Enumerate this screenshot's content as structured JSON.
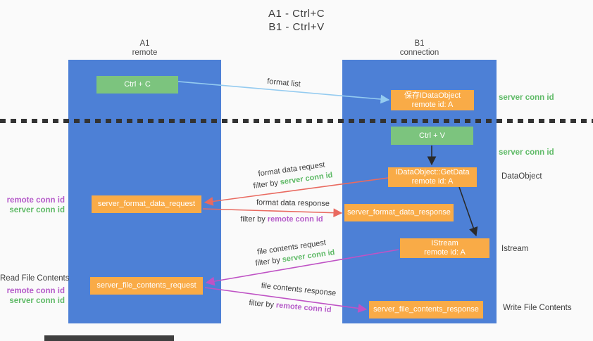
{
  "title": {
    "line1": "A1 - Ctrl+C",
    "line2": "B1 - Ctrl+V"
  },
  "lifelines": {
    "a": {
      "id": "A1",
      "role": "remote"
    },
    "b": {
      "id": "B1",
      "role": "connection"
    }
  },
  "nodes": {
    "ctrl_c": {
      "label": "Ctrl + C"
    },
    "ctrl_v": {
      "label": "Ctrl + V"
    },
    "save_idataobject": {
      "line1": "保存IDataObject",
      "line2": "remote id: A"
    },
    "getdata": {
      "line1": "IDataObject::GetData",
      "line2": "remote id: A"
    },
    "istream": {
      "line1": "IStream",
      "line2": "remote id: A"
    },
    "format_request": {
      "label": "server_format_data_request"
    },
    "format_response": {
      "label": "server_format_data_response"
    },
    "file_request": {
      "label": "server_file_contents_request"
    },
    "file_response": {
      "label": "server_file_contents_response"
    }
  },
  "flow_labels": {
    "format_list": "format list",
    "format_data_request": "format data request",
    "format_data_response": "format data response",
    "file_contents_request": "file contents request",
    "file_contents_response": "file contents response",
    "filter_by": "filter by",
    "server_conn_id": "server conn id",
    "remote_conn_id": "remote conn id"
  },
  "annotations": {
    "server_conn_id_top": "server conn id",
    "server_conn_id_mid": "server conn id",
    "dataobject": "DataObject",
    "istream": "Istream",
    "write_file_contents": "Write File Contents",
    "read_file_contents": "Read File Contents",
    "remote_conn_id_left_1": "remote conn id",
    "server_conn_id_left_1": "server conn id",
    "remote_conn_id_left_2": "remote conn id",
    "server_conn_id_left_2": "server conn id"
  },
  "colors": {
    "lane-blue": "#4d80d6",
    "box-green": "#7cc47e",
    "box-orange": "#f9ab47",
    "text-green": "#5fba67",
    "text-purple": "#b55bc9",
    "arrow-red": "#e96a60",
    "arrow-magenta": "#bf53c5",
    "arrow-blue": "#94cbf0",
    "ink": "#3c3c3c",
    "background": "#fafafa"
  }
}
